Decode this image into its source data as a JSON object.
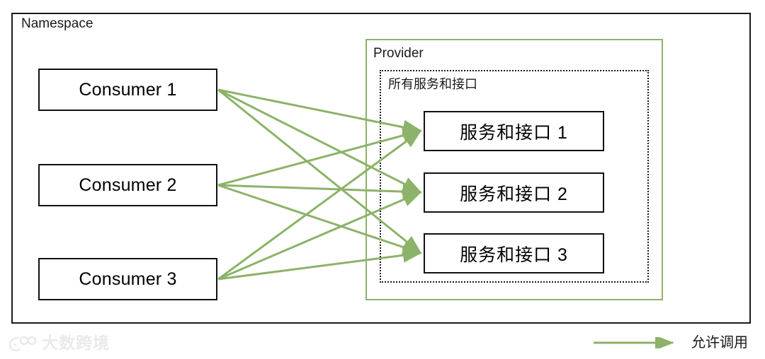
{
  "diagram": {
    "namespace": {
      "label": "Namespace"
    },
    "provider": {
      "label": "Provider"
    },
    "all_services_group": {
      "label": "所有服务和接口"
    },
    "consumers": [
      {
        "id": "consumer-1",
        "label": "Consumer 1"
      },
      {
        "id": "consumer-2",
        "label": "Consumer 2"
      },
      {
        "id": "consumer-3",
        "label": "Consumer 3"
      }
    ],
    "services": [
      {
        "id": "service-1",
        "label": "服务和接口 1"
      },
      {
        "id": "service-2",
        "label": "服务和接口 2"
      },
      {
        "id": "service-3",
        "label": "服务和接口 3"
      }
    ],
    "edges": [
      {
        "from": "consumer-1",
        "to": "service-1"
      },
      {
        "from": "consumer-1",
        "to": "service-2"
      },
      {
        "from": "consumer-1",
        "to": "service-3"
      },
      {
        "from": "consumer-2",
        "to": "service-1"
      },
      {
        "from": "consumer-2",
        "to": "service-2"
      },
      {
        "from": "consumer-2",
        "to": "service-3"
      },
      {
        "from": "consumer-3",
        "to": "service-1"
      },
      {
        "from": "consumer-3",
        "to": "service-2"
      },
      {
        "from": "consumer-3",
        "to": "service-3"
      }
    ],
    "legend": {
      "label": "允许调用",
      "icon": "arrow-right-icon"
    },
    "colors": {
      "arrow_green": "#8cb369",
      "provider_border": "#8cb369",
      "box_border": "#111111",
      "namespace_border": "#1a1a1a",
      "text": "#000000",
      "watermark": "#eaeaea",
      "background": "#ffffff"
    }
  },
  "watermark": {
    "text": "大数跨境",
    "logo": "brand-logo-icon"
  }
}
